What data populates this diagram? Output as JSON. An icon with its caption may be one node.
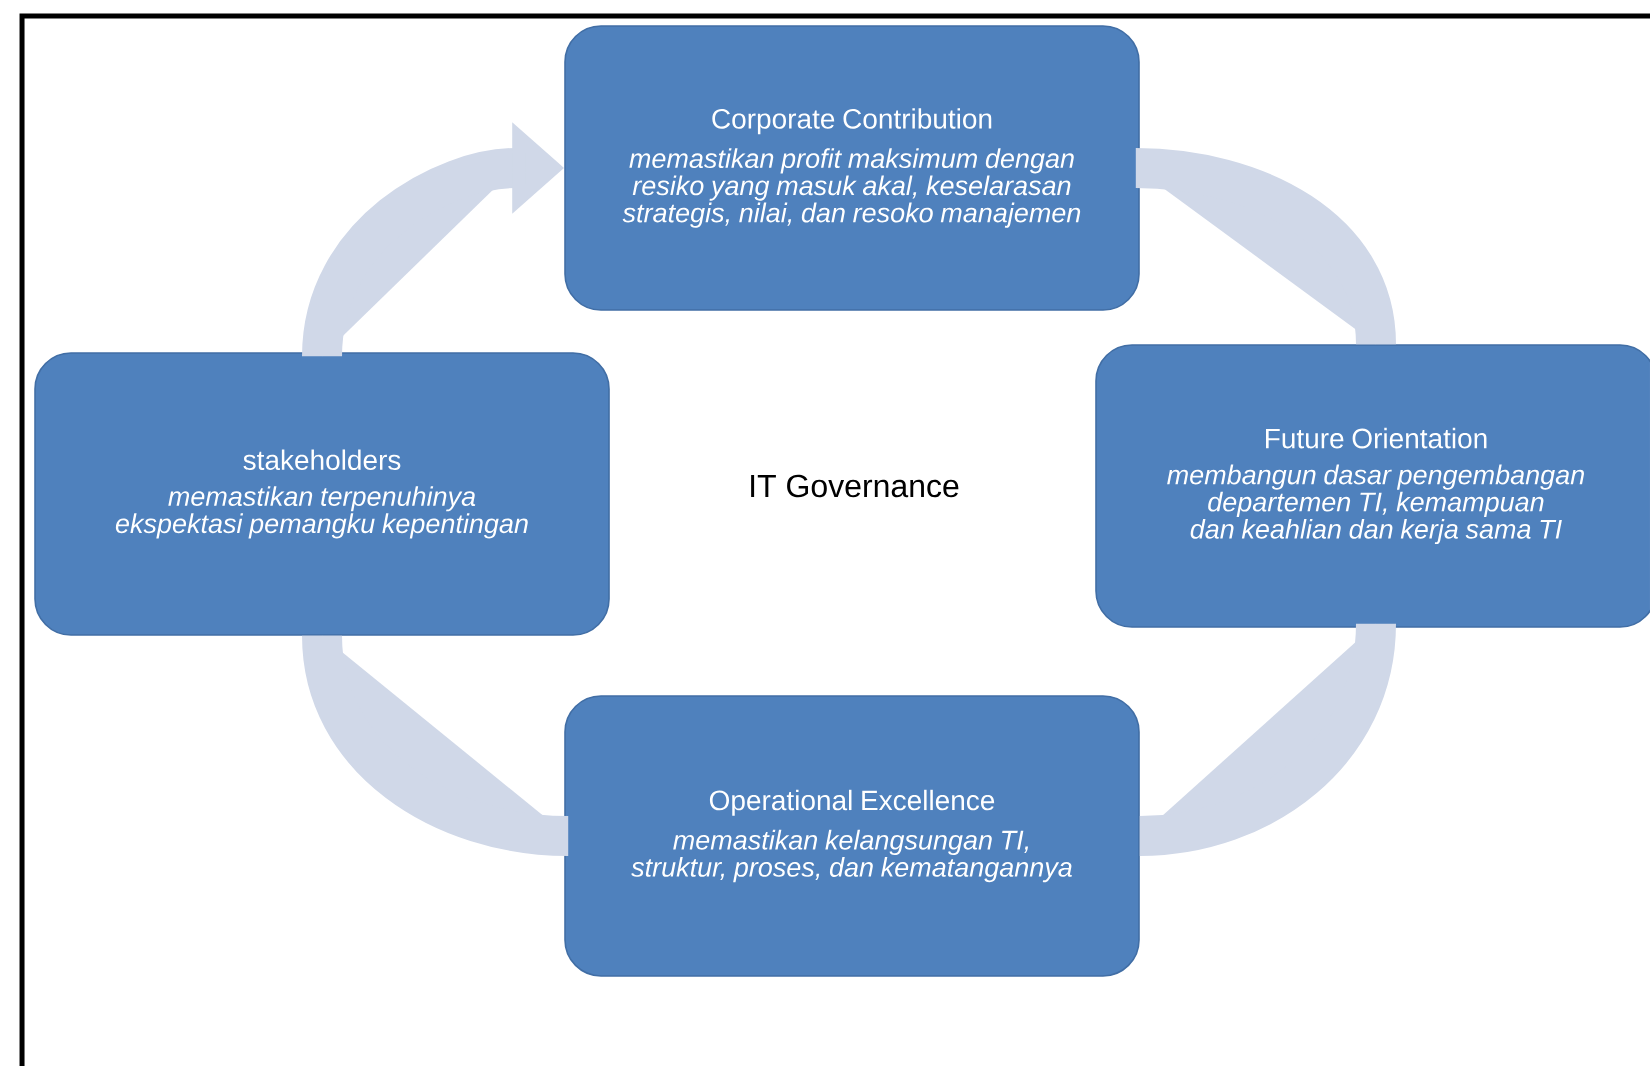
{
  "diagram": {
    "nodes": [
      {
        "text": [
          "Corporate Contribution",
          "memastikan  profit maksimum dengan resiko yang masuk akal, keselarasan strategis,  nilai, dan resoko manajemen"
        ]
      },
      {
        "text": [
          "Future Orientation",
          "membangun dasar pengembangan departemen TI, kemampuan dan keahlian dan kerja sama TI"
        ]
      },
      {
        "text": [
          "Operational Excellence",
          "memastikan  kelangsungan TI, struktur,  proses,  dan kematangannya"
        ]
      },
      {
        "text": [
          "stakeholders",
          "memastikan  terpenuhinya ekspektasi pemangku kepentingan"
        ]
      }
    ],
    "edges": [
      {
        "from": 0,
        "to": 1,
        "arrow": "none"
      },
      {
        "from": 1,
        "to": 2,
        "arrow": "none"
      },
      {
        "from": 2,
        "to": 3,
        "arrow": "none"
      },
      {
        "from": 3,
        "to": 0,
        "arrow": "to"
      }
    ],
    "labels": [
      "IT Governance"
    ]
  }
}
